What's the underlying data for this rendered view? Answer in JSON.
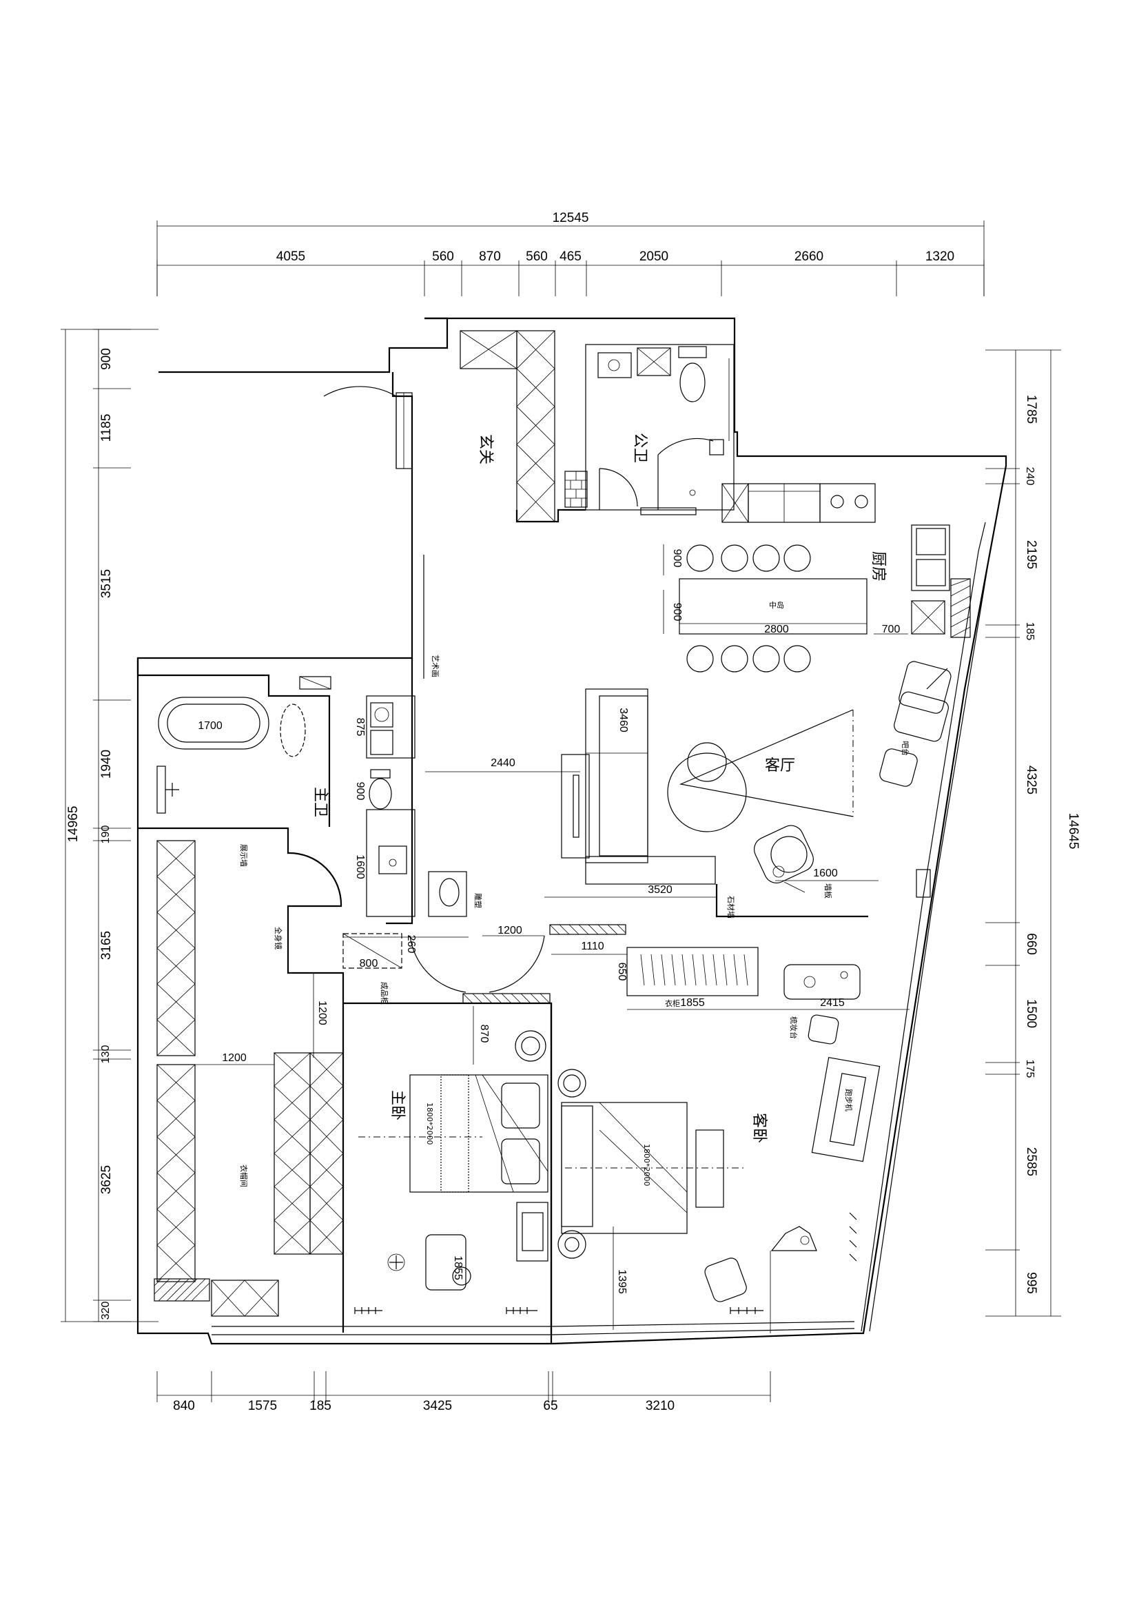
{
  "dimensions": {
    "top_total": "12545",
    "top": [
      "4055",
      "560",
      "870",
      "560",
      "465",
      "2050",
      "2660",
      "1320"
    ],
    "left_total": "14965",
    "left": [
      "900",
      "1185",
      "3515",
      "1940",
      "190",
      "3165",
      "130",
      "3625",
      "320"
    ],
    "right_total": "14645",
    "right": [
      "1785",
      "240",
      "2195",
      "185",
      "4325",
      "660",
      "1500",
      "175",
      "2585",
      "995"
    ],
    "bottom": [
      "840",
      "1575",
      "185",
      "3425",
      "65",
      "3210"
    ]
  },
  "rooms": {
    "entry": "玄关",
    "public_bath": "公卫",
    "kitchen": "厨房",
    "living": "客厅",
    "master_bath": "主卫",
    "master_bedroom": "主卧",
    "guest_bedroom": "客卧",
    "cloakroom": "衣帽间"
  },
  "labels": {
    "art_wall": "艺术画",
    "island": "中岛",
    "bathtub": "1700",
    "display_wall": "展示墙",
    "wardrobe": "衣柜",
    "treadmill": "跑步机",
    "makeup": "梳妆台",
    "sculpture": "雕塑",
    "stone_wall": "石材墙",
    "wall_panel": "墙板",
    "bar": "吧台",
    "cabinet": "成品柜",
    "full_mirror": "全身镜",
    "master_bed": "1800*2000",
    "guest_bed": "1800*2000"
  },
  "inner_dims": {
    "kitchen_900a": "900",
    "kitchen_900b": "900",
    "island_len": "2800",
    "kitchen_700": "700",
    "sofa_3460": "3460",
    "living_2440": "2440",
    "living_3520": "3520",
    "living_1600": "1600",
    "bath_875": "875",
    "bath_900": "900",
    "bath_1600": "1600",
    "hall_800": "800",
    "hall_260": "260",
    "hall_1200": "1200",
    "hall_1200b": "1200",
    "wardrobe_1110": "1110",
    "wardrobe_650": "650",
    "wardrobe_1855": "1855",
    "guest_2415": "2415",
    "master_870": "870",
    "master_1855": "1855",
    "cloak_1200": "1200",
    "guest_1395": "1395"
  }
}
